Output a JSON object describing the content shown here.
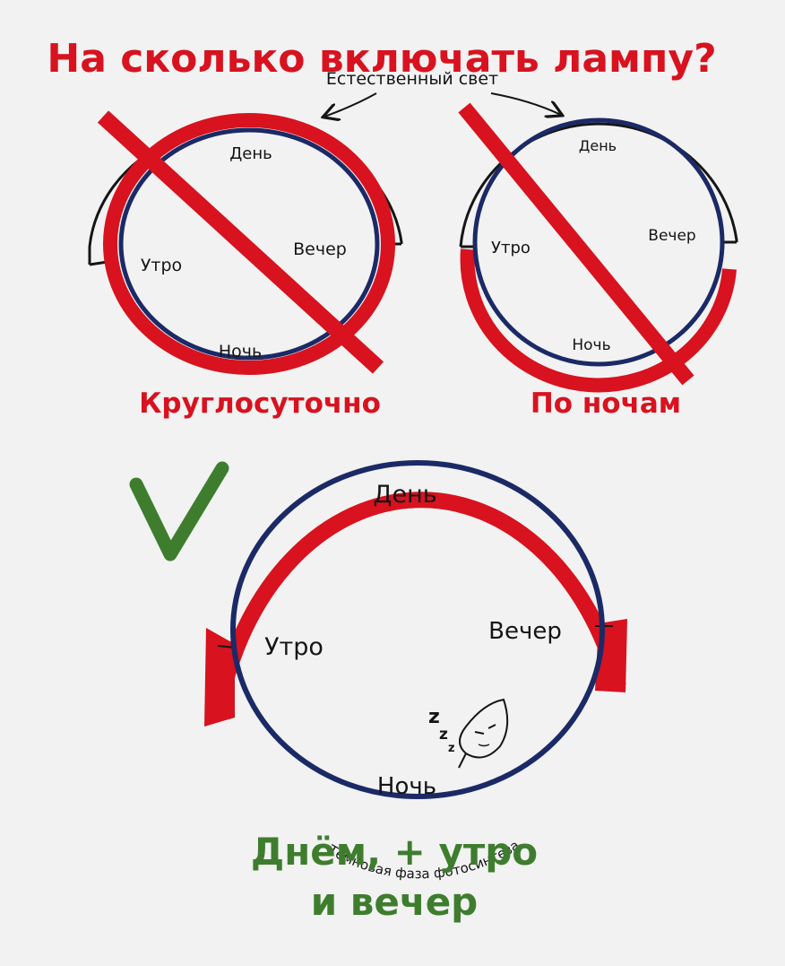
{
  "title": "На сколько включать лампу?",
  "natural_light_label": "Естественный свет",
  "diagrams": [
    {
      "id": "round_the_clock",
      "caption": "Круглосуточно",
      "verdict": "wrong",
      "labels": {
        "day": "День",
        "morning": "Утро",
        "evening": "Вечер",
        "night": "Ночь"
      }
    },
    {
      "id": "at_night",
      "caption": "По ночам",
      "verdict": "wrong",
      "labels": {
        "day": "День",
        "morning": "Утро",
        "evening": "Вечер",
        "night": "Ночь"
      }
    },
    {
      "id": "day_morning_evening",
      "verdict": "correct",
      "labels": {
        "day": "День",
        "morning": "Утро",
        "evening": "Вечер",
        "night": "Ночь"
      },
      "night_note": "Темновая фаза фотосинтеза",
      "sleep_icon": "sleeping-leaf-icon"
    }
  ],
  "answer": {
    "line1": "Днём, + утро",
    "line2": "и вечер"
  },
  "colors": {
    "red": "#d8121f",
    "navy": "#1b2a66",
    "green": "#3e7d2e",
    "black": "#151515"
  }
}
